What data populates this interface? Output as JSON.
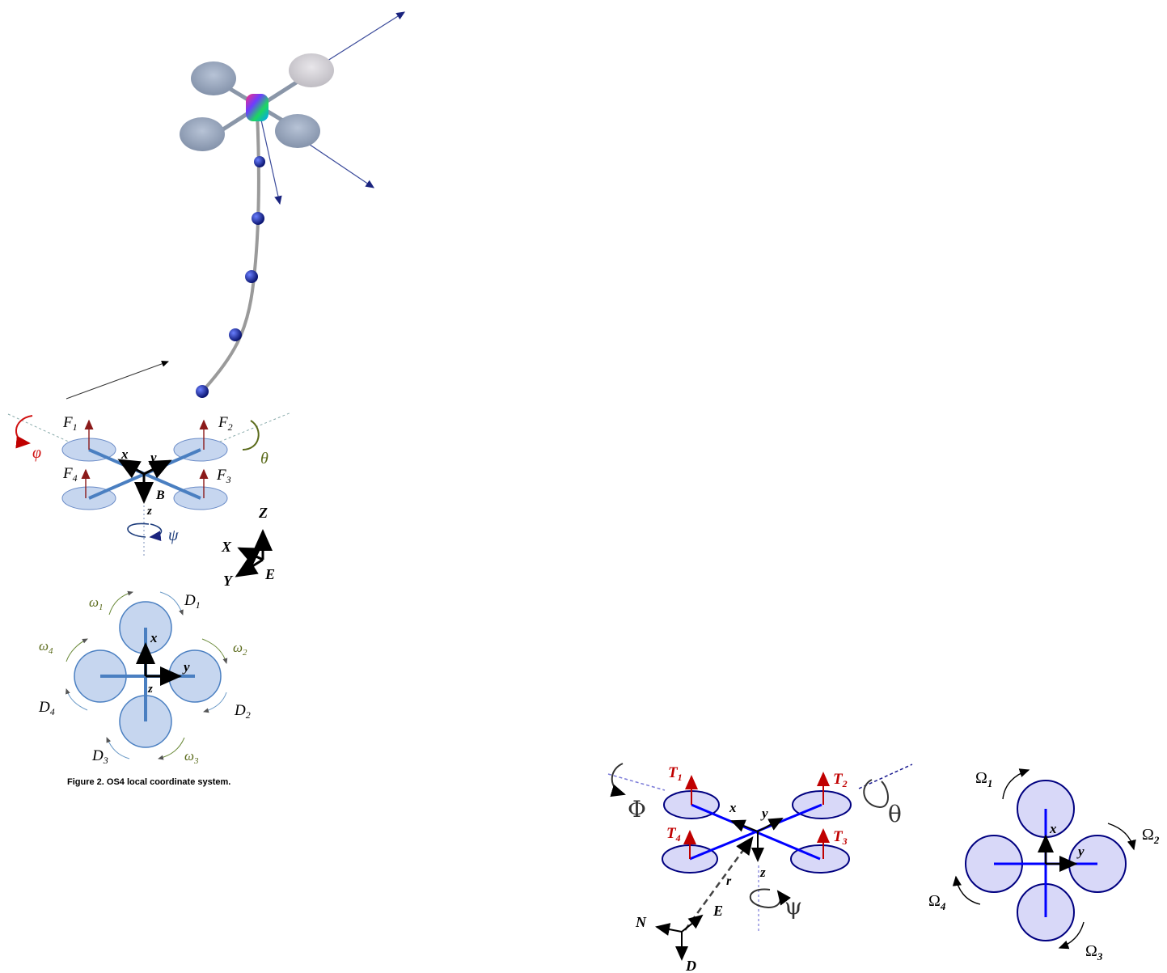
{
  "top_left_figure": {
    "model_labels": []
  },
  "os4_figure": {
    "thrusts": [
      "F",
      "F",
      "F",
      "F"
    ],
    "thrust_subs": [
      "1",
      "2",
      "4",
      "3"
    ],
    "roll": "φ",
    "pitch": "θ",
    "yaw": "ψ",
    "body_x": "x",
    "body_y": "y",
    "body_z": "z",
    "body_origin": "B",
    "earth_X": "X",
    "earth_Y": "Y",
    "earth_Z": "Z",
    "earth_origin": "E"
  },
  "os4_top_view": {
    "omega": [
      "ω",
      "ω",
      "ω",
      "ω"
    ],
    "omega_subs": [
      "1",
      "2",
      "3",
      "4"
    ],
    "drag": [
      "D",
      "D",
      "D",
      "D"
    ],
    "drag_subs": [
      "1",
      "2",
      "3",
      "4"
    ],
    "x": "x",
    "y": "y",
    "z": "z",
    "caption": "Figure 2. OS4 local coordinate system."
  },
  "right_figure": {
    "thrust_main": [
      "T",
      "T",
      "T",
      "T"
    ],
    "thrust_subs": [
      "1",
      "2",
      "4",
      "3"
    ],
    "roll": "Φ",
    "pitch": "θ",
    "yaw": "ψ",
    "x": "x",
    "y": "y",
    "z": "z",
    "r": "r",
    "N": "N",
    "E": "E",
    "D": "D",
    "colors": {
      "arm": "#0000ff",
      "thrust": "#c00000",
      "rotor_fill": "#d8d8f8",
      "rotor_stroke": "#000080"
    }
  },
  "right_top_view": {
    "omega": [
      "Ω",
      "Ω",
      "Ω",
      "Ω"
    ],
    "omega_subs": [
      "1",
      "2",
      "3",
      "4"
    ],
    "x": "x",
    "y": "y"
  }
}
